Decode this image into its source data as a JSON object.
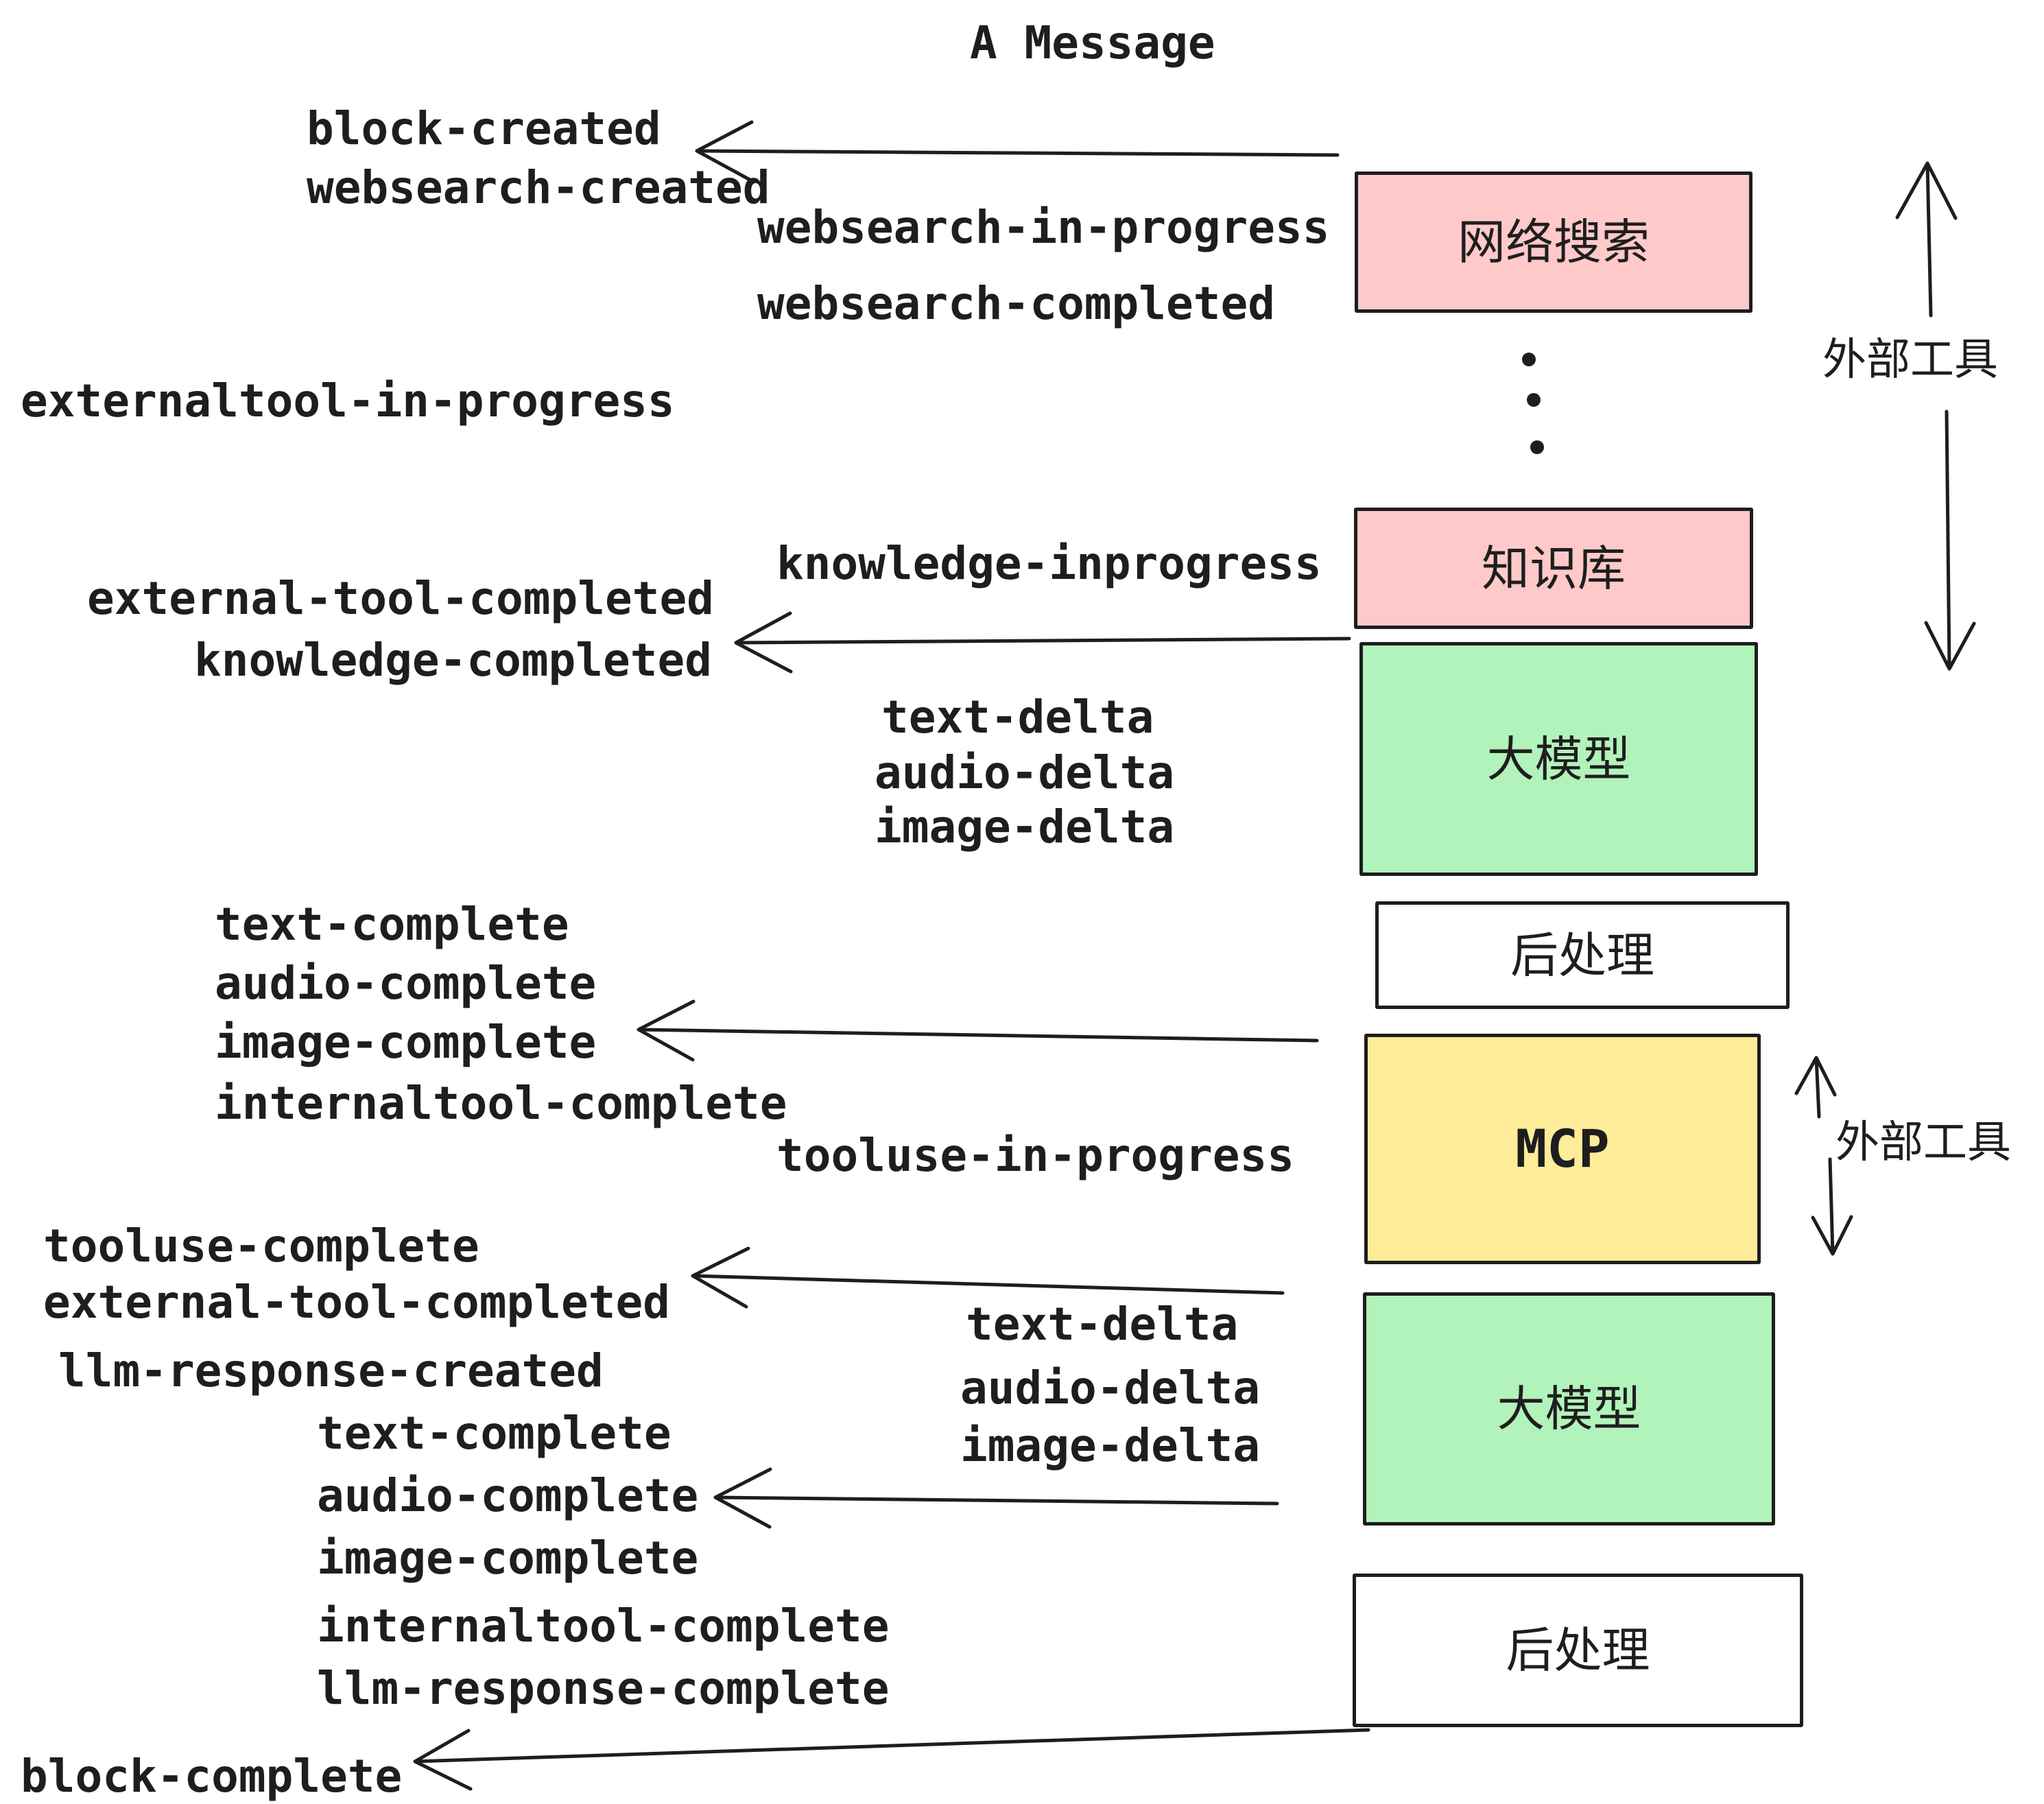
{
  "title": "A Message",
  "colors": {
    "ink": "#1e1e1e",
    "box_pink": "#ffc9c9",
    "box_green": "#b2f2bb",
    "box_yellow": "#ffec99",
    "box_white": "#ffffff",
    "background": "#ffffff"
  },
  "boxes": {
    "websearch": {
      "label": "网络搜索",
      "fill": "#ffc9c9"
    },
    "knowledge": {
      "label": "知识库",
      "fill": "#ffc9c9"
    },
    "llm_top": {
      "label": "大模型",
      "fill": "#b2f2bb"
    },
    "post_top": {
      "label": "后处理",
      "fill": "#ffffff"
    },
    "mcp": {
      "label": "MCP",
      "fill": "#ffec99"
    },
    "llm_bottom": {
      "label": "大模型",
      "fill": "#b2f2bb"
    },
    "post_bottom": {
      "label": "后处理",
      "fill": "#ffffff"
    }
  },
  "side": {
    "external_tools_top": "外部工具",
    "external_tools_mcp": "外部工具"
  },
  "events": {
    "block_created": "block-created",
    "websearch_created": "websearch-created",
    "websearch_in_progress": "websearch-in-progress",
    "websearch_completed": "websearch-completed",
    "externaltool_in_progress": "externaltool-in-progress",
    "knowledge_inprogress": "knowledge-inprogress",
    "external_tool_completed_1": "external-tool-completed",
    "knowledge_completed": "knowledge-completed",
    "text_delta_1": "text-delta",
    "audio_delta_1": "audio-delta",
    "image_delta_1": "image-delta",
    "text_complete_1": "text-complete",
    "audio_complete_1": "audio-complete",
    "image_complete_1": "image-complete",
    "internaltool_complete_1": "internaltool-complete",
    "tooluse_in_progress": "tooluse-in-progress",
    "tooluse_complete": "tooluse-complete",
    "external_tool_completed_2": "external-tool-completed",
    "llm_response_created": "llm-response-created",
    "text_delta_2": "text-delta",
    "audio_delta_2": "audio-delta",
    "image_delta_2": "image-delta",
    "text_complete_2": "text-complete",
    "audio_complete_2": "audio-complete",
    "image_complete_2": "image-complete",
    "internaltool_complete_2": "internaltool-complete",
    "llm_response_complete": "llm-response-complete",
    "block_complete": "block-complete"
  }
}
